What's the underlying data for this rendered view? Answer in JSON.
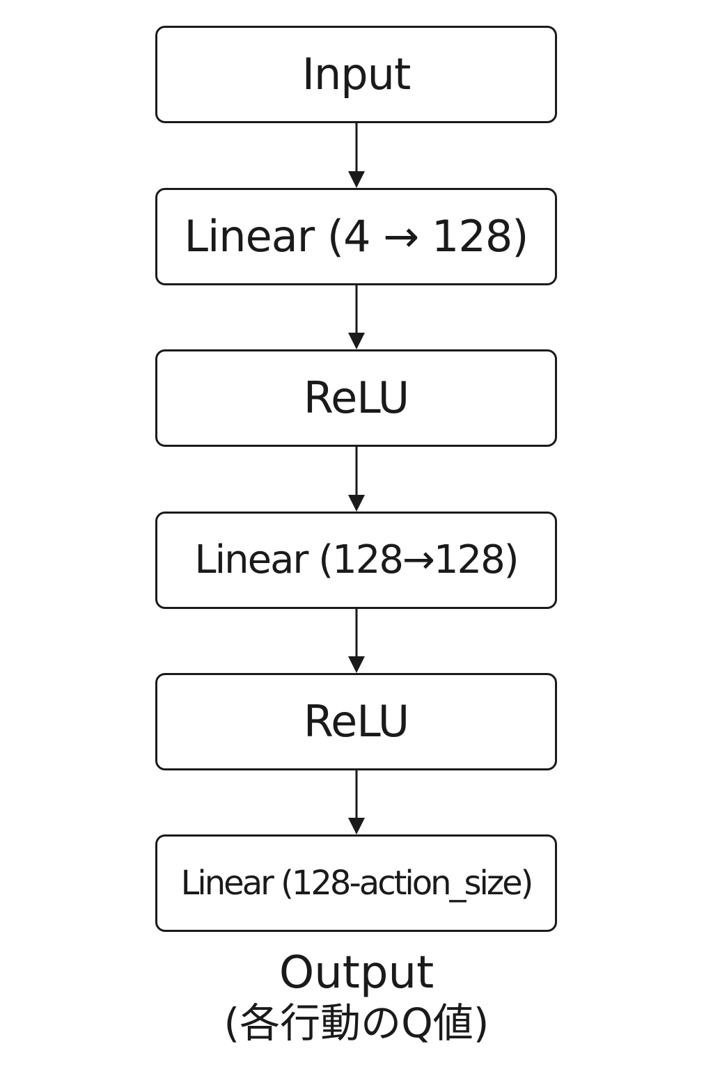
{
  "nodes": [
    {
      "label": "Input"
    },
    {
      "label": "Linear (4 → 128)"
    },
    {
      "label": "ReLU"
    },
    {
      "label": "Linear (128→128)"
    },
    {
      "label": "ReLU"
    },
    {
      "label": "Linear (128-action_size)"
    }
  ],
  "output": {
    "title": "Output",
    "subtitle": "(各行動のQ値)"
  },
  "colors": {
    "stroke": "#1a1a1a",
    "background": "#ffffff"
  }
}
